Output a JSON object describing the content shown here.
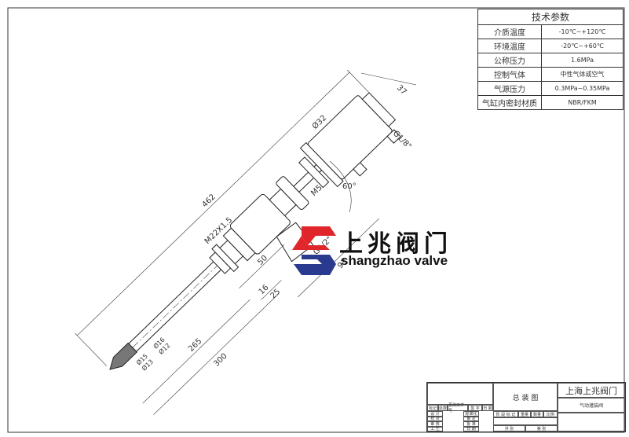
{
  "spec_table": {
    "title": "技术参数",
    "rows": [
      {
        "label": "介质温度",
        "value": "-10℃~+120℃"
      },
      {
        "label": "环境温度",
        "value": "-20℃~+60℃"
      },
      {
        "label": "公称压力",
        "value": "1.6MPa"
      },
      {
        "label": "控制气体",
        "value": "中性气体或空气"
      },
      {
        "label": "气源压力",
        "value": "0.3MPa~0.35MPa"
      },
      {
        "label": "气缸内密封材质",
        "value": "NBR/FKM"
      }
    ]
  },
  "dimensions": {
    "overall": "462",
    "phi32": "Ø32",
    "d37": "37",
    "g18": "G1/8\"",
    "m5": "M5",
    "angle": "60°",
    "g12": "G1/2\"",
    "d93": "93",
    "m22": "M22X1.5",
    "d50": "50",
    "d16": "16",
    "d25": "25",
    "d265": "265",
    "d300": "300",
    "phi16": "Ø16",
    "phi12": "Ø12",
    "phi15": "Ø15",
    "phi13": "Ø13"
  },
  "logo": {
    "cn": "上兆阀门",
    "en": "shangzhao valve",
    "red": "#e0262b",
    "blue": "#2a3b8f"
  },
  "title_block": {
    "drawing_name": "总 装 图",
    "company": "上海上兆阀门",
    "product": "气动灌装阀",
    "rev_headers": [
      "标记",
      "处数",
      "更改文件号",
      "签 字",
      "日 期"
    ],
    "sign_labels": [
      "设 计",
      "校 对",
      "审 核",
      "工 艺"
    ],
    "sign_labels2": [
      "标准化",
      "审 定",
      "批 准",
      "日 期"
    ],
    "stage_headers": [
      "阶 段 标 记",
      "重量",
      "数量",
      "比例"
    ],
    "sheet_labels": [
      "共  张",
      "第  张"
    ]
  }
}
